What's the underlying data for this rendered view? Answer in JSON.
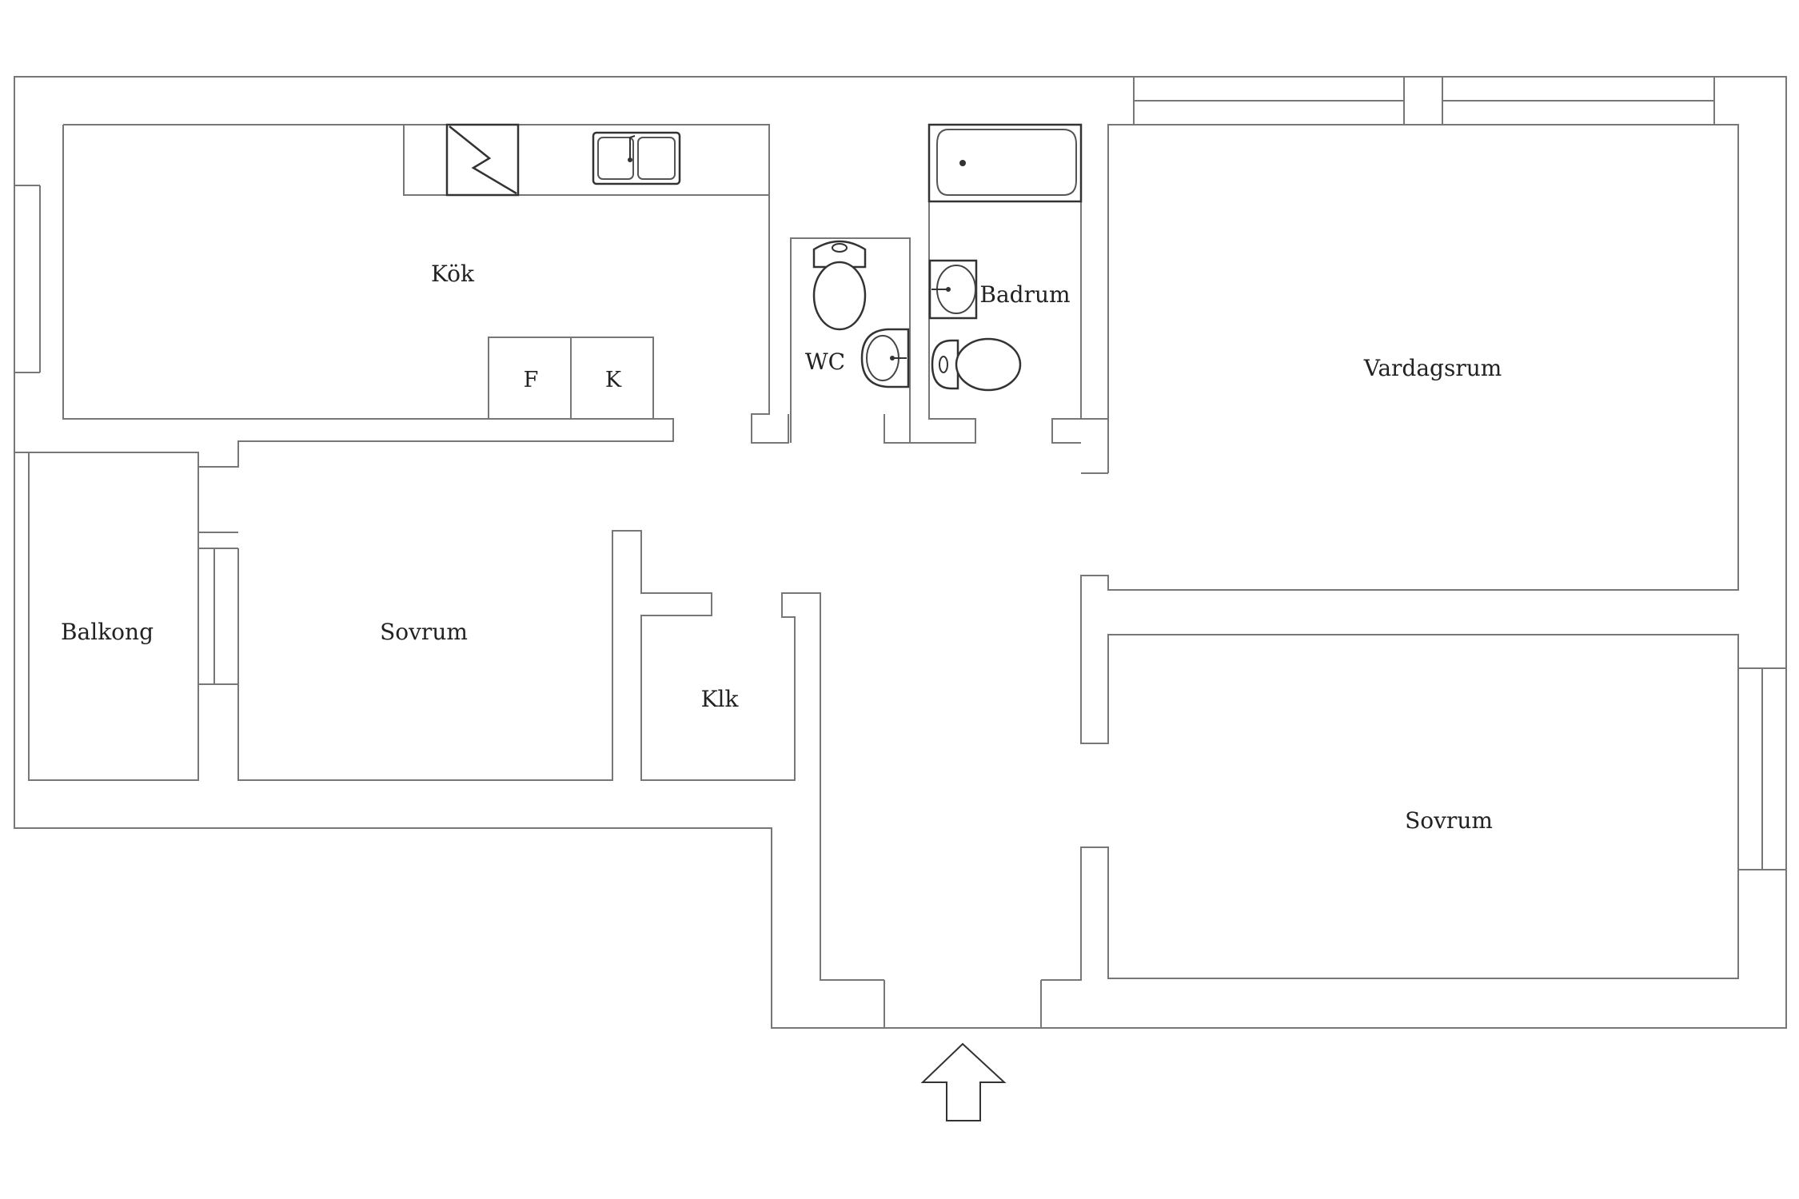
{
  "rooms": {
    "kitchen": "Kök",
    "wc": "WC",
    "bathroom": "Badrum",
    "living_room": "Vardagsrum",
    "balcony": "Balkong",
    "bedroom_1": "Sovrum",
    "closet": "Klk",
    "bedroom_2": "Sovrum"
  },
  "appliances": {
    "fridge": "F",
    "freezer": "K"
  },
  "icons": {
    "entrance": "entrance-arrow-icon",
    "stove": "stove-icon",
    "sink": "kitchen-sink-icon",
    "bathtub": "bathtub-icon",
    "toilet": "toilet-icon",
    "washbasin": "washbasin-icon"
  }
}
